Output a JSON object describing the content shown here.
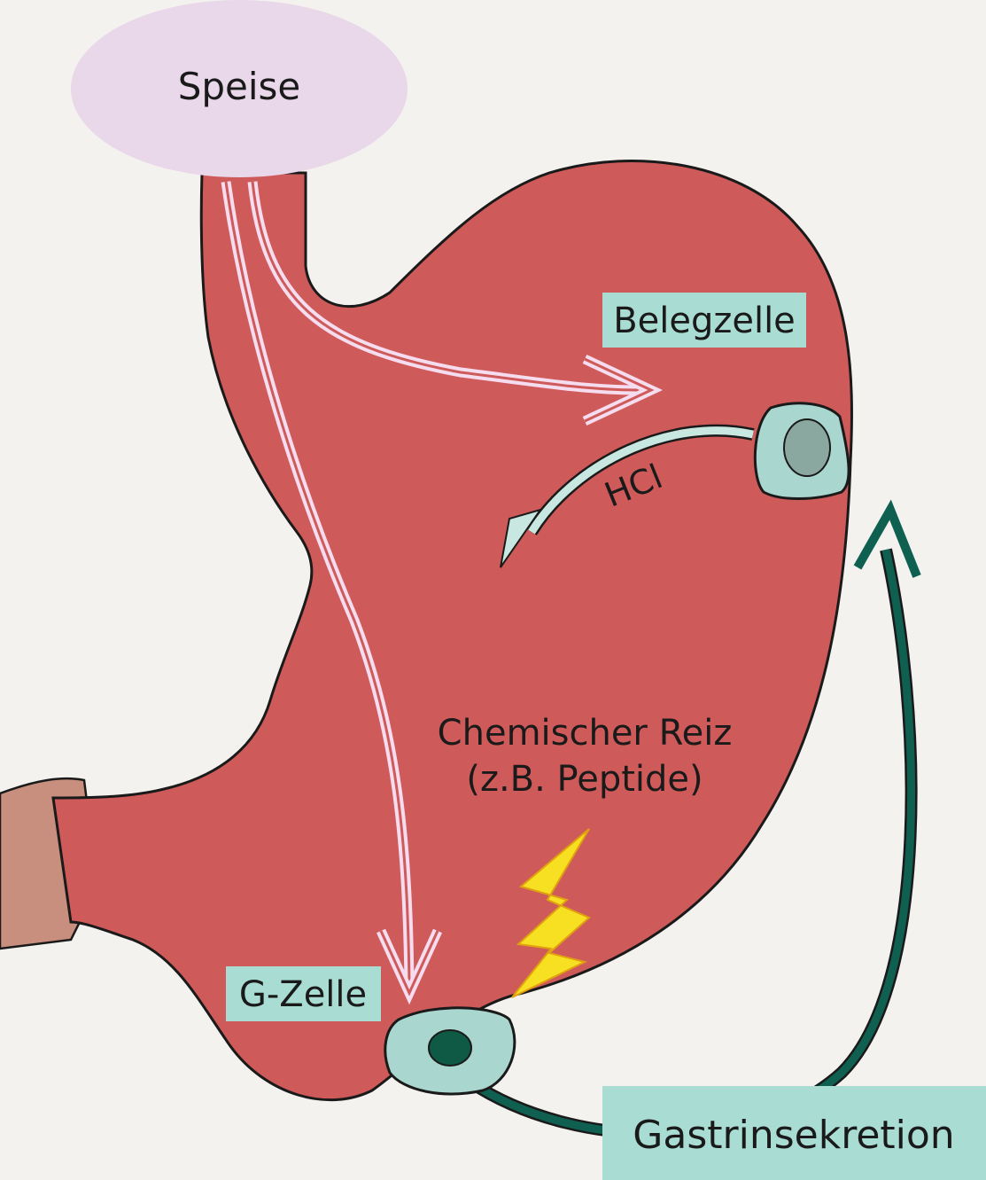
{
  "labels": {
    "food": "Speise",
    "parietal_cell": "Belegzelle",
    "acid": "HCl",
    "stimulus_line1": "Chemischer Reiz",
    "stimulus_line2": "(z.B. Peptide)",
    "g_cell": "G-Zelle",
    "secretion": "Gastrinsekretion"
  },
  "colors": {
    "background": "#f4f2ef",
    "stomach": "#cf5a5a",
    "duodenum": "#c98f7e",
    "food_bubble": "#e9d7ea",
    "food_arrow": "#f6dcef",
    "cell_fill": "#a9d6ce",
    "label_box": "#a9ddd4",
    "nucleus_parietal": "#8aa8a0",
    "nucleus_g": "#0f5a45",
    "hcl_arrow": "#c7e7e0",
    "feedback_arrow": "#0f6050",
    "lightning": "#f7e021"
  },
  "icons": {
    "stimulus": "lightning-bolt-icon"
  }
}
